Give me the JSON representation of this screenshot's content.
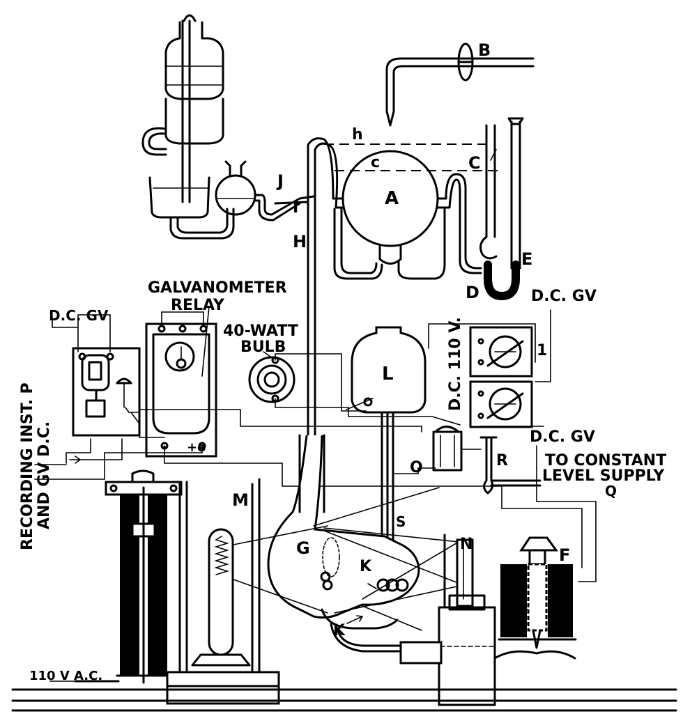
{
  "labels": {
    "B": "B",
    "h": "h",
    "c_small": "c",
    "C": "C",
    "A": "A",
    "J": "J",
    "I": "I",
    "H": "H",
    "E": "E",
    "D": "D",
    "dc_gv_right_top": "D.C. GV",
    "galvanometer_relay_line1": "GALVANOMETER",
    "galvanometer_relay_line2": "RELAY",
    "dc_gv_left": "D.C. GV",
    "bulb_line1": "40-WATT",
    "bulb_line2": "BULB",
    "L": "L",
    "dc_110v": "D.C. 110 V.",
    "relay_number": "1",
    "dc_gv_right_bottom": "D.C. GV",
    "relay_minus": "-",
    "relay_plus": "+o",
    "recording_line1": "RECORDING INST. P",
    "recording_line2": "AND GV D.C.",
    "O": "O",
    "R": "R",
    "constant_level_line1": "TO CONSTANT",
    "constant_level_line2": "LEVEL SUPPLY",
    "Q": "Q",
    "M": "M",
    "S": "S",
    "G": "G",
    "K_upper": "K",
    "N": "N",
    "F": "F",
    "K_lower": "K",
    "ac_110v": "110 V A.C."
  }
}
